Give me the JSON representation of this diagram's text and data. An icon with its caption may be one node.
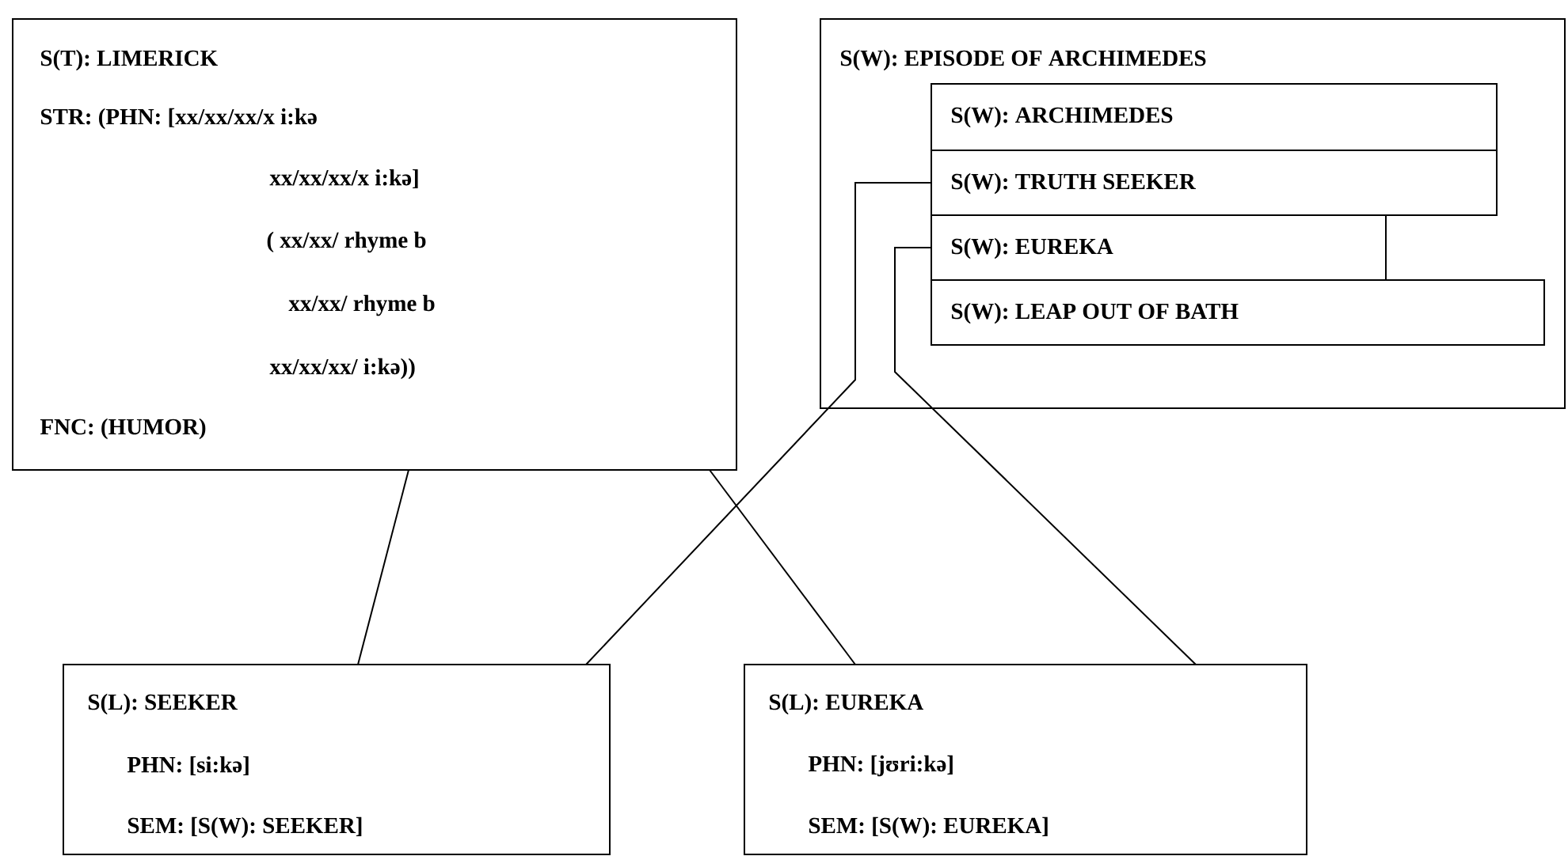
{
  "diagram": {
    "nodes": [
      {
        "text": [
          "S(T): LIMERICK",
          "STR: (PHN: [xx/xx/xx/x i:kə",
          "xx/xx/xx/x i:kə]",
          "( xx/xx/ rhyme b",
          "xx/xx/ rhyme b",
          "xx/xx/xx/ i:kə))",
          "FNC: (HUMOR)"
        ]
      },
      {
        "text": [
          "S(W): EPISODE OF ARCHIMEDES"
        ]
      },
      {
        "text": [
          "S(W): ARCHIMEDES"
        ],
        "in": 1
      },
      {
        "text": [
          "S(W): TRUTH SEEKER"
        ],
        "in": 1
      },
      {
        "text": [
          "S(W): EUREKA"
        ],
        "in": 1
      },
      {
        "text": [
          "S(W): LEAP OUT OF BATH"
        ],
        "in": 1
      },
      {
        "text": [
          "S(L): SEEKER",
          "PHN: [si:kə]",
          "SEM: [S(W): SEEKER]"
        ]
      },
      {
        "text": [
          "S(L): EUREKA",
          "PHN: [jʊri:kə]",
          "SEM: [S(W): EUREKA]"
        ]
      }
    ],
    "edges": [
      {
        "from": 0,
        "to": 6,
        "arrow": "none"
      },
      {
        "from": 0,
        "to": 7,
        "arrow": "none"
      },
      {
        "from": 3,
        "to": 6,
        "arrow": "none"
      },
      {
        "from": 4,
        "to": 7,
        "arrow": "none"
      }
    ]
  }
}
